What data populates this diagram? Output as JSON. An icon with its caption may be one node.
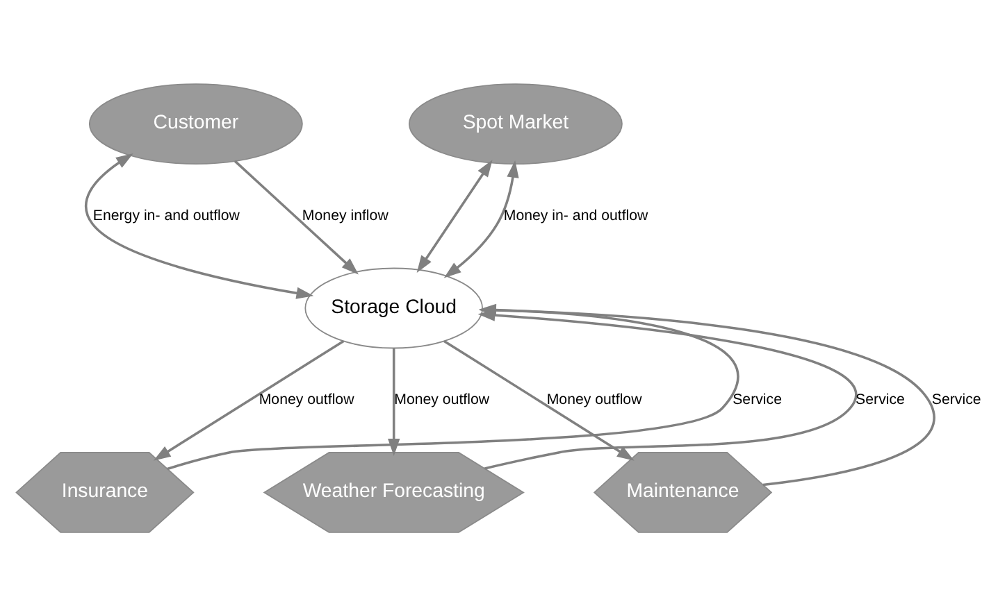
{
  "diagram": {
    "nodes": [
      {
        "text": [
          "Customer"
        ]
      },
      {
        "text": [
          "Spot Market"
        ]
      },
      {
        "text": [
          "Storage Cloud"
        ]
      },
      {
        "text": [
          "Insurance"
        ]
      },
      {
        "text": [
          "Weather Forecasting"
        ]
      },
      {
        "text": [
          "Maintenance"
        ]
      }
    ],
    "edges": [
      {
        "from": 0,
        "to": 2,
        "arrow": "both",
        "label": "Energy in- and outflow"
      },
      {
        "from": 0,
        "to": 2,
        "arrow": "to",
        "label": "Money inflow"
      },
      {
        "from": 1,
        "to": 2,
        "arrow": "both"
      },
      {
        "from": 1,
        "to": 2,
        "arrow": "both",
        "label": "Money in- and outflow"
      },
      {
        "from": 2,
        "to": 3,
        "arrow": "to",
        "label": "Money outflow"
      },
      {
        "from": 3,
        "to": 2,
        "arrow": "to",
        "label": "Service"
      },
      {
        "from": 2,
        "to": 4,
        "arrow": "to",
        "label": "Money outflow"
      },
      {
        "from": 4,
        "to": 2,
        "arrow": "to",
        "label": "Service"
      },
      {
        "from": 2,
        "to": 5,
        "arrow": "to",
        "label": "Money outflow"
      },
      {
        "from": 5,
        "to": 2,
        "arrow": "to",
        "label": "Service"
      }
    ]
  }
}
